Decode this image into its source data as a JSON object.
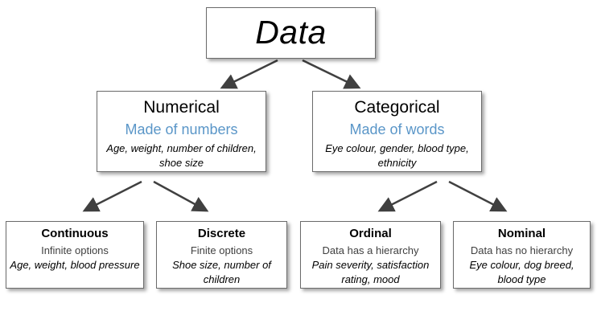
{
  "root": {
    "title": "Data"
  },
  "numerical": {
    "title": "Numerical",
    "subtitle": "Made of numbers",
    "examples": "Age, weight, number of children, shoe size"
  },
  "categorical": {
    "title": "Categorical",
    "subtitle": "Made of words",
    "examples": "Eye colour, gender, blood type, ethnicity"
  },
  "continuous": {
    "title": "Continuous",
    "subtitle": "Infinite options",
    "examples": "Age, weight, blood pressure"
  },
  "discrete": {
    "title": "Discrete",
    "subtitle": "Finite options",
    "examples": "Shoe size, number of children"
  },
  "ordinal": {
    "title": "Ordinal",
    "subtitle": "Data has a hierarchy",
    "examples": "Pain severity, satisfaction rating, mood"
  },
  "nominal": {
    "title": "Nominal",
    "subtitle": "Data has no hierarchy",
    "examples": "Eye colour, dog breed, blood type"
  },
  "colors": {
    "accent": "#5a96c8",
    "arrow": "#404040",
    "border": "#6b6b6b"
  }
}
